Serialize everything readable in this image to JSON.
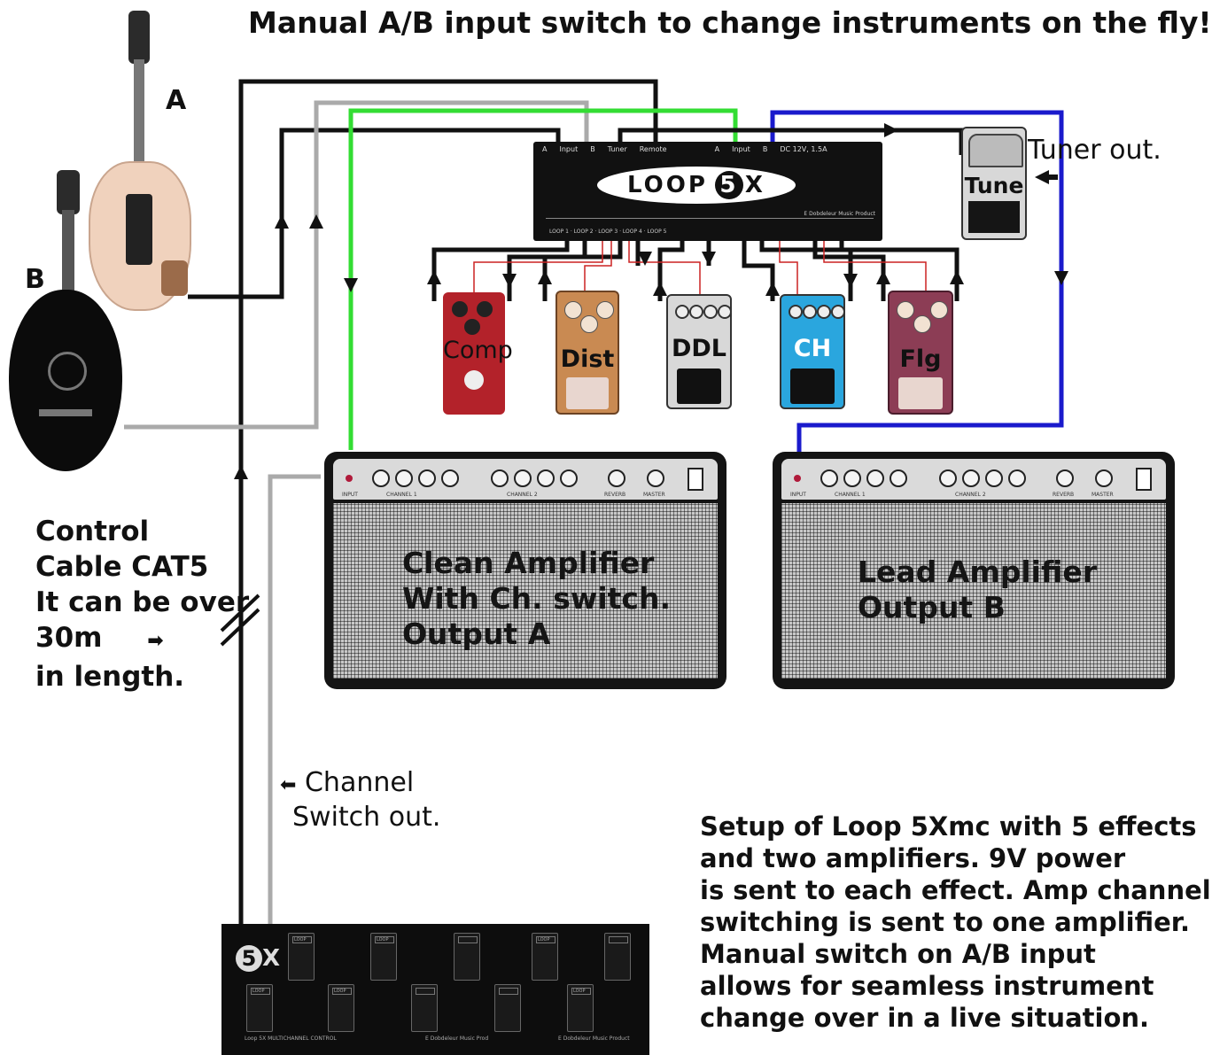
{
  "title": "Manual A/B input switch to change instruments on the fly!",
  "guitars": {
    "a_label": "A",
    "b_label": "B"
  },
  "loop_unit": {
    "header": [
      "A",
      "Input",
      "B",
      "Tuner",
      "Remote",
      "A",
      "Input",
      "B",
      "DC 12V, 1.5A"
    ],
    "logo_left": "LOOP",
    "logo_num": "5",
    "logo_right": "X",
    "maker": "E Dobdeleur Music Product",
    "jacks": "LOOP 1 · LOOP 2 · LOOP 3 · LOOP 4 · LOOP 5"
  },
  "pedals": [
    {
      "label": "Comp",
      "color": "#b3222a"
    },
    {
      "label": "Dist",
      "color": "#c98a52"
    },
    {
      "label": "DDL",
      "color": "#d8d8d8"
    },
    {
      "label": "CH",
      "color": "#2aa6de"
    },
    {
      "label": "Flg",
      "color": "#8c3d55"
    }
  ],
  "tuner": {
    "label": "Tune",
    "caption": "Tuner out."
  },
  "control_cable": {
    "lines": [
      "Control",
      "Cable CAT5",
      "It can be over",
      "30m",
      "in length."
    ]
  },
  "channel_switch": {
    "lines": [
      "Channel",
      "Switch out."
    ]
  },
  "amp_panel": {
    "input": "INPUT",
    "channel1": "CHANNEL 1",
    "channel2": "CHANNEL 2",
    "reverb": "REVERB",
    "master": "MASTER"
  },
  "amps": [
    {
      "lines": [
        "Clean Amplifier",
        "With Ch. switch.",
        "Output A"
      ]
    },
    {
      "lines": [
        "Lead Amplifier",
        "Output B"
      ]
    }
  ],
  "controller": {
    "logo_num": "5",
    "logo_right": "X",
    "switch_label": "LOOP",
    "footer_left": "Loop 5X MULTICHANNEL CONTROL",
    "footer_mid": "E Dobdeleur Music Prod",
    "footer_right": "E Dobdeleur Music Product"
  },
  "description": [
    "Setup of Loop 5Xmc with 5 effects",
    "and two amplifiers. 9V power",
    "is sent to each effect. Amp channel",
    "switching is sent to one amplifier.",
    "Manual switch on A/B input",
    "allows for seamless instrument",
    "change over in a live situation."
  ],
  "cable_colors": {
    "black": "#111111",
    "gray": "#aaaaaa",
    "green": "#33dd33",
    "blue": "#1a1acc",
    "red": "#cc2222"
  }
}
